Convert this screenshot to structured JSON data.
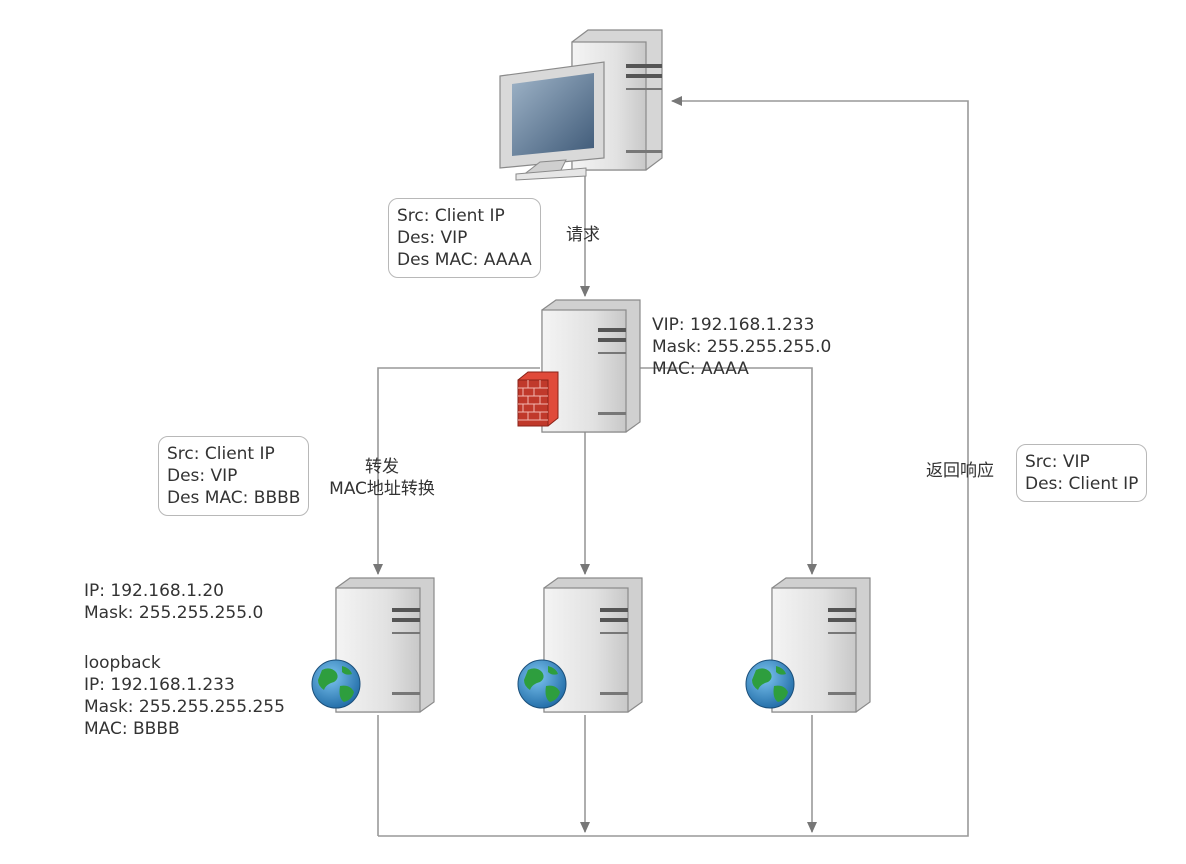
{
  "request": {
    "note": [
      "Src: Client IP",
      "Des: VIP",
      "Des MAC: AAAA"
    ],
    "label": "请求"
  },
  "director": {
    "info": [
      "VIP: 192.168.1.233",
      "Mask: 255.255.255.0",
      "MAC: AAAA"
    ]
  },
  "forward": {
    "note": [
      "Src: Client IP",
      "Des: VIP",
      "Des MAC: BBBB"
    ],
    "label": [
      "转发",
      "MAC地址转换"
    ]
  },
  "response": {
    "label": "返回响应",
    "note": [
      "Src: VIP",
      "Des: Client IP"
    ]
  },
  "real_server": {
    "info": [
      "IP: 192.168.1.20",
      "Mask: 255.255.255.0"
    ],
    "loopback": [
      "loopback",
      "IP: 192.168.1.233",
      "Mask: 255.255.255.255",
      "MAC: BBBB"
    ]
  },
  "colors": {
    "line": "#999999",
    "arrow": "#777777",
    "firewall": "#c0392b",
    "globe_water": "#2e86c1",
    "globe_land": "#2e9e3e"
  },
  "icons": [
    "client-computer-icon",
    "director-server-icon",
    "firewall-icon",
    "real-server-icon",
    "globe-icon"
  ]
}
